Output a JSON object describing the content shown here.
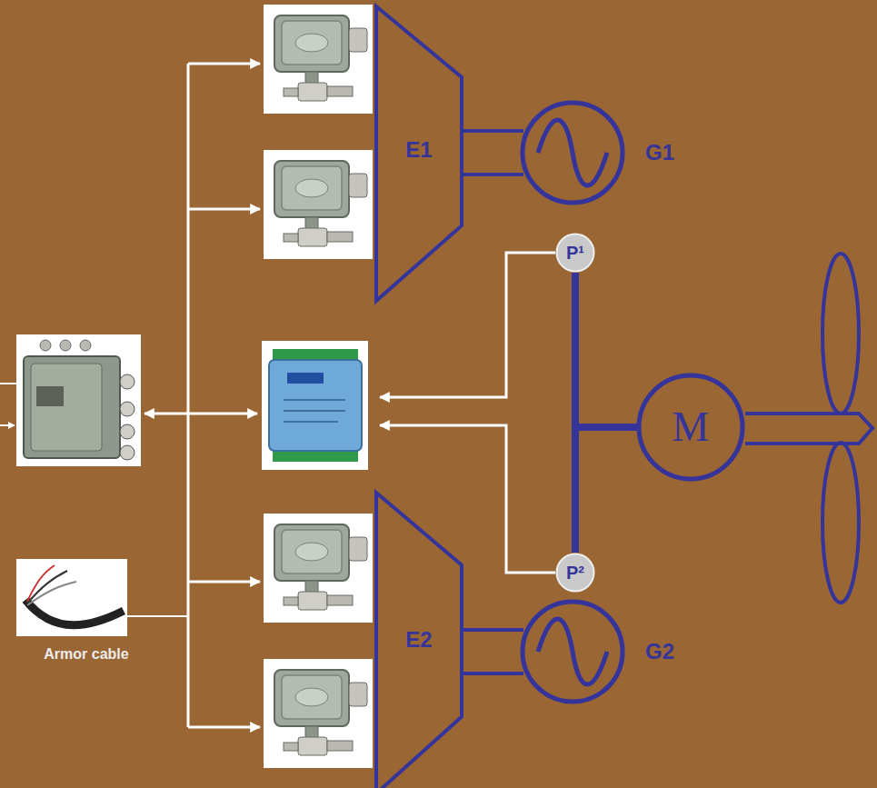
{
  "diagram": {
    "nodes": [
      {
        "text": [
          "E1"
        ]
      },
      {
        "text": [
          "G1"
        ]
      },
      {
        "text": [
          "P¹"
        ]
      },
      {
        "text": [
          "M"
        ]
      },
      {
        "text": [
          "P²"
        ]
      },
      {
        "text": [
          "E2"
        ]
      },
      {
        "text": [
          "G2"
        ]
      }
    ],
    "edges": [
      {
        "from": 0,
        "to": 1,
        "arrow": "none"
      },
      {
        "from": 2,
        "to": 3,
        "arrow": "none"
      },
      {
        "from": 4,
        "to": 3,
        "arrow": "none"
      },
      {
        "from": 5,
        "to": 6,
        "arrow": "none"
      }
    ],
    "labels": [
      "Armor cable"
    ]
  }
}
